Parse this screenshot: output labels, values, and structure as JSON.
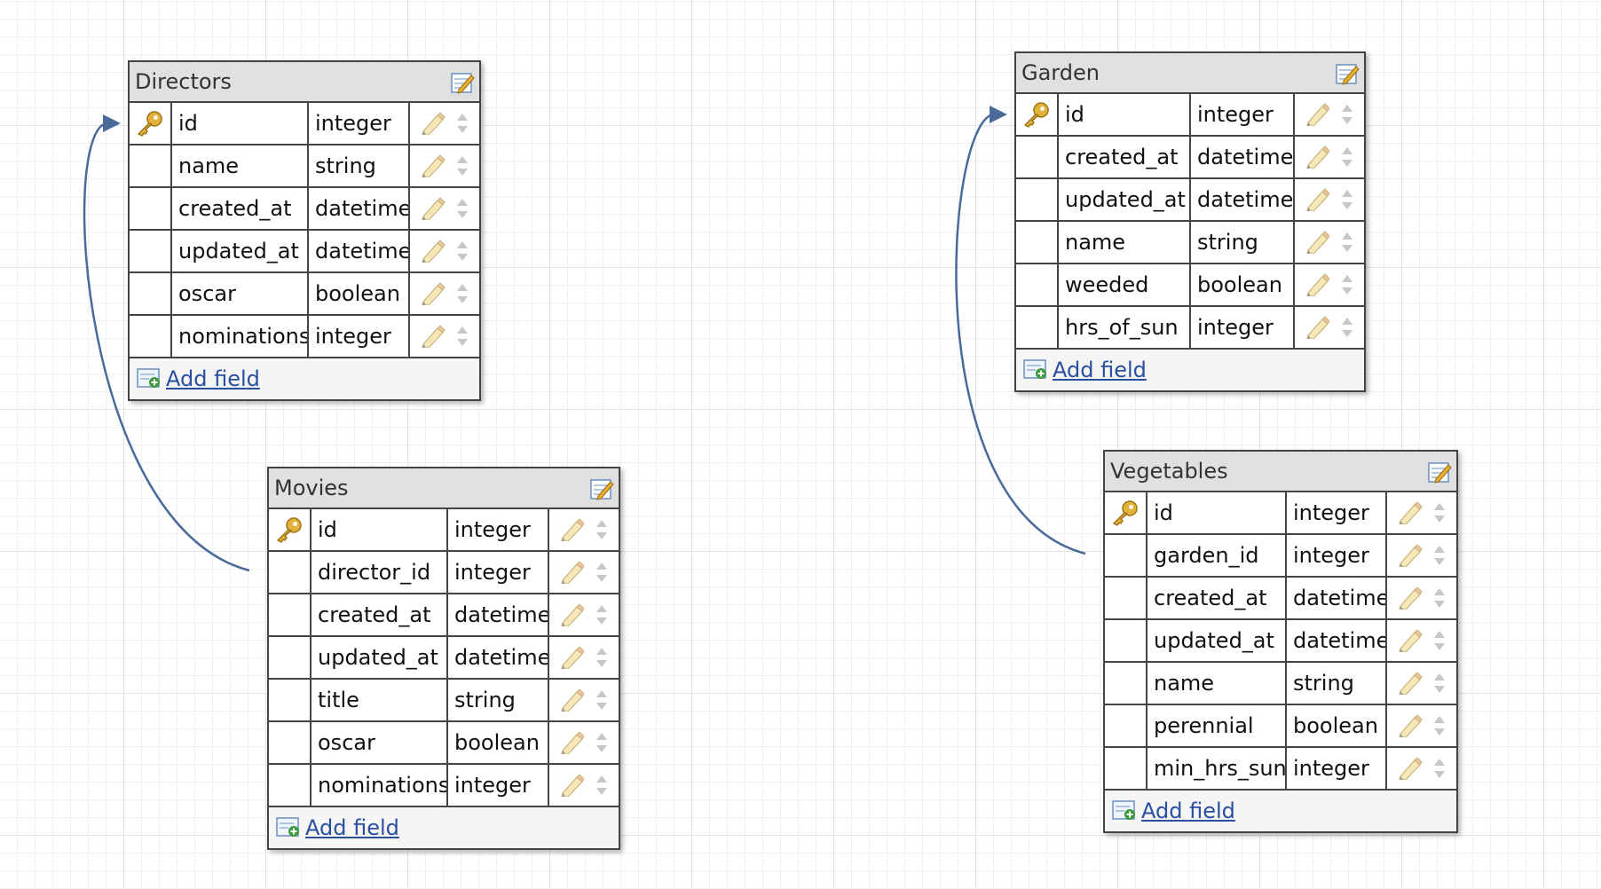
{
  "colors": {
    "connector": "#4a6a9a",
    "link": "#2a4fa0",
    "header": "#e0e0e0",
    "border": "#444444"
  },
  "icons": {
    "primary_key": "key-icon",
    "edit_field": "pencil-icon",
    "reorder": "sort-arrows-icon",
    "edit_table": "edit-table-icon",
    "add_field": "add-field-icon"
  },
  "tables": [
    {
      "id": "directors",
      "title": "Directors",
      "add_label": "Add field",
      "fields": [
        {
          "name": "id",
          "type": "integer",
          "key": true
        },
        {
          "name": "name",
          "type": "string",
          "key": false
        },
        {
          "name": "created_at",
          "type": "datetime",
          "key": false
        },
        {
          "name": "updated_at",
          "type": "datetime",
          "key": false
        },
        {
          "name": "oscar",
          "type": "boolean",
          "key": false
        },
        {
          "name": "nominations",
          "type": "integer",
          "key": false
        }
      ]
    },
    {
      "id": "movies",
      "title": "Movies",
      "add_label": "Add field",
      "fields": [
        {
          "name": "id",
          "type": "integer",
          "key": true
        },
        {
          "name": "director_id",
          "type": "integer",
          "key": false
        },
        {
          "name": "created_at",
          "type": "datetime",
          "key": false
        },
        {
          "name": "updated_at",
          "type": "datetime",
          "key": false
        },
        {
          "name": "title",
          "type": "string",
          "key": false
        },
        {
          "name": "oscar",
          "type": "boolean",
          "key": false
        },
        {
          "name": "nominations",
          "type": "integer",
          "key": false
        }
      ]
    },
    {
      "id": "garden",
      "title": "Garden",
      "add_label": "Add field",
      "fields": [
        {
          "name": "id",
          "type": "integer",
          "key": true
        },
        {
          "name": "created_at",
          "type": "datetime",
          "key": false
        },
        {
          "name": "updated_at",
          "type": "datetime",
          "key": false
        },
        {
          "name": "name",
          "type": "string",
          "key": false
        },
        {
          "name": "weeded",
          "type": "boolean",
          "key": false
        },
        {
          "name": "hrs_of_sun",
          "type": "integer",
          "key": false
        }
      ]
    },
    {
      "id": "vegetables",
      "title": "Vegetables",
      "add_label": "Add field",
      "fields": [
        {
          "name": "id",
          "type": "integer",
          "key": true
        },
        {
          "name": "garden_id",
          "type": "integer",
          "key": false
        },
        {
          "name": "created_at",
          "type": "datetime",
          "key": false
        },
        {
          "name": "updated_at",
          "type": "datetime",
          "key": false
        },
        {
          "name": "name",
          "type": "string",
          "key": false
        },
        {
          "name": "perennial",
          "type": "boolean",
          "key": false
        },
        {
          "name": "min_hrs_sun",
          "type": "integer",
          "key": false
        }
      ]
    }
  ],
  "relations": [
    {
      "from_table": "movies",
      "from_field": "director_id",
      "to_table": "directors",
      "to_field": "id"
    },
    {
      "from_table": "vegetables",
      "from_field": "garden_id",
      "to_table": "garden",
      "to_field": "id"
    }
  ]
}
